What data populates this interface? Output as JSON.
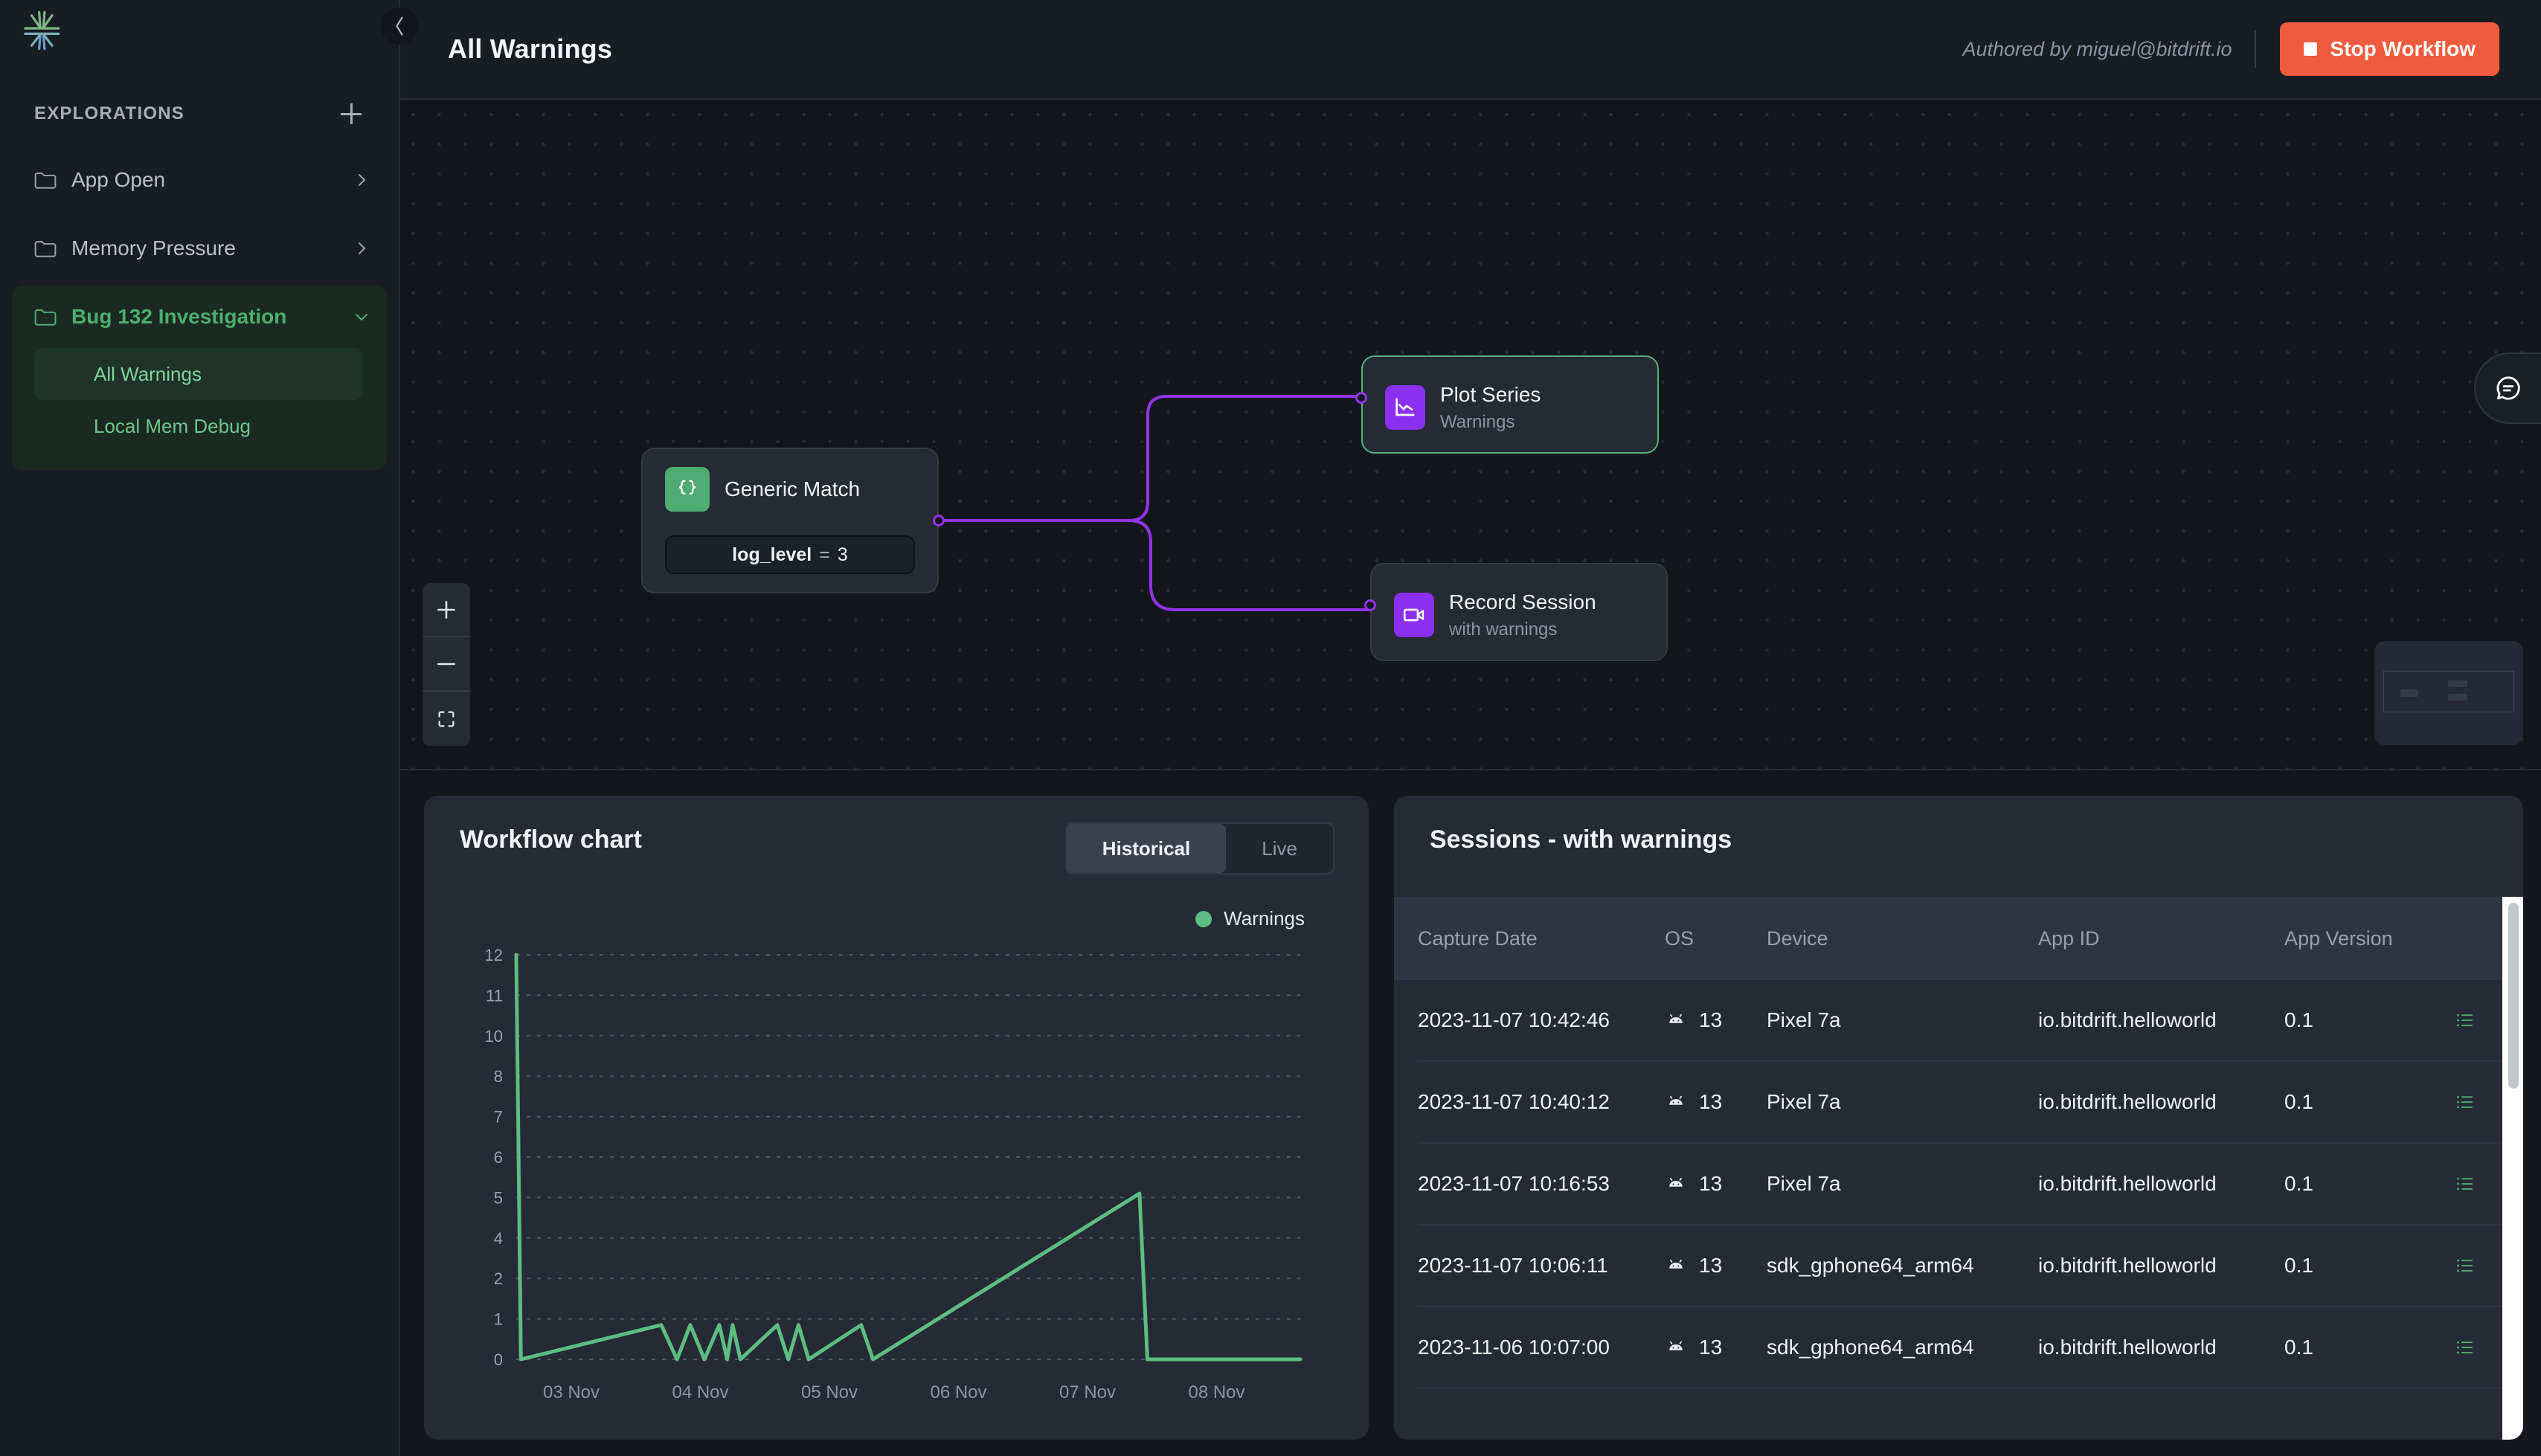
{
  "sidebar": {
    "logo_icon": "bitdrift-asterisk-logo",
    "section_title": "EXPLORATIONS",
    "add_icon": "plus-icon",
    "items": [
      {
        "label": "App Open",
        "icon": "folder-icon",
        "chevron": "chevron-right-icon",
        "active": false
      },
      {
        "label": "Memory Pressure",
        "icon": "folder-icon",
        "chevron": "chevron-right-icon",
        "active": false
      },
      {
        "label": "Bug 132 Investigation",
        "icon": "folder-icon",
        "chevron": "chevron-down-icon",
        "active": true
      }
    ],
    "children": [
      {
        "label": "All Warnings",
        "selected": true
      },
      {
        "label": "Local Mem Debug",
        "selected": false
      }
    ]
  },
  "header": {
    "collapse_icon": "chevron-left-icon",
    "title": "All Warnings",
    "authored_by": "Authored by miguel@bitdrift.io",
    "stop_button": "Stop Workflow",
    "stop_icon": "stop-square-icon",
    "stop_color": "#ef5b3c"
  },
  "canvas": {
    "nodes": [
      {
        "id": "generic-match",
        "title": "Generic Match",
        "subtitle": "",
        "icon": "curly-braces-icon",
        "icon_color": "#4eac73",
        "condition_key": "log_level",
        "condition_op": "=",
        "condition_value": "3"
      },
      {
        "id": "plot-series",
        "title": "Plot Series",
        "subtitle": "Warnings",
        "icon": "line-chart-icon",
        "icon_color": "#8b2ff0",
        "selected": true
      },
      {
        "id": "record-session",
        "title": "Record Session",
        "subtitle": "with warnings",
        "icon": "video-camera-icon",
        "icon_color": "#8b2ff0",
        "selected": false
      }
    ],
    "edge_color": "#9333ea",
    "zoom_controls": [
      {
        "name": "zoom-in",
        "icon": "plus-icon"
      },
      {
        "name": "zoom-out",
        "icon": "minus-icon"
      },
      {
        "name": "fit-view",
        "icon": "fullscreen-icon"
      }
    ],
    "minimap_icon": "minimap",
    "chat_icon": "chat-bubble-icon"
  },
  "chart_panel": {
    "title": "Workflow chart",
    "tabs": [
      {
        "label": "Historical",
        "active": true
      },
      {
        "label": "Live",
        "active": false
      }
    ],
    "legend": [
      {
        "label": "Warnings",
        "color": "#5cbd83"
      }
    ]
  },
  "chart_data": {
    "type": "line",
    "title": "Workflow chart",
    "xlabel": "",
    "ylabel": "",
    "series": [
      {
        "name": "Warnings",
        "color": "#5cbd83",
        "points": [
          {
            "x": 0.0,
            "y": 12
          },
          {
            "x": 0.6,
            "y": 0
          },
          {
            "x": 18.5,
            "y": 0.85
          },
          {
            "x": 20.5,
            "y": 0
          },
          {
            "x": 22.2,
            "y": 0.85
          },
          {
            "x": 24.0,
            "y": 0
          },
          {
            "x": 25.9,
            "y": 0.85
          },
          {
            "x": 26.9,
            "y": 0
          },
          {
            "x": 27.6,
            "y": 0.85
          },
          {
            "x": 28.6,
            "y": 0
          },
          {
            "x": 33.3,
            "y": 0.85
          },
          {
            "x": 34.7,
            "y": 0
          },
          {
            "x": 36.0,
            "y": 0.85
          },
          {
            "x": 37.3,
            "y": 0
          },
          {
            "x": 44.0,
            "y": 0.85
          },
          {
            "x": 45.5,
            "y": 0
          },
          {
            "x": 79.5,
            "y": 5.1
          },
          {
            "x": 80.5,
            "y": 0
          },
          {
            "x": 100.0,
            "y": 0
          }
        ]
      }
    ],
    "ytick_labels": [
      "12",
      "11",
      "10",
      "8",
      "7",
      "6",
      "5",
      "4",
      "2",
      "1",
      "0"
    ],
    "xtick_labels": [
      "03 Nov",
      "04 Nov",
      "05 Nov",
      "06 Nov",
      "07 Nov",
      "08 Nov"
    ],
    "ylim": [
      0,
      12
    ],
    "grid": true,
    "legend_position": "top-right"
  },
  "sessions_panel": {
    "title": "Sessions - with warnings",
    "columns": [
      "Capture Date",
      "OS",
      "Device",
      "App ID",
      "App Version"
    ],
    "rows": [
      {
        "date": "2023-11-07 10:42:46",
        "os_icon": "android-icon",
        "os": "13",
        "device": "Pixel 7a",
        "app_id": "io.bitdrift.helloworld",
        "version": "0.1",
        "action_icon": "list-lines-icon"
      },
      {
        "date": "2023-11-07 10:40:12",
        "os_icon": "android-icon",
        "os": "13",
        "device": "Pixel 7a",
        "app_id": "io.bitdrift.helloworld",
        "version": "0.1",
        "action_icon": "list-lines-icon"
      },
      {
        "date": "2023-11-07 10:16:53",
        "os_icon": "android-icon",
        "os": "13",
        "device": "Pixel 7a",
        "app_id": "io.bitdrift.helloworld",
        "version": "0.1",
        "action_icon": "list-lines-icon"
      },
      {
        "date": "2023-11-07 10:06:11",
        "os_icon": "android-icon",
        "os": "13",
        "device": "sdk_gphone64_arm64",
        "app_id": "io.bitdrift.helloworld",
        "version": "0.1",
        "action_icon": "list-lines-icon"
      },
      {
        "date": "2023-11-06 10:07:00",
        "os_icon": "android-icon",
        "os": "13",
        "device": "sdk_gphone64_arm64",
        "app_id": "io.bitdrift.helloworld",
        "version": "0.1",
        "action_icon": "list-lines-icon"
      }
    ]
  },
  "colors": {
    "accent_green": "#4cae6e",
    "accent_purple": "#8b2ff0",
    "danger": "#ef5b3c",
    "panel_bg": "#252a34",
    "canvas_bg": "#13161b"
  }
}
